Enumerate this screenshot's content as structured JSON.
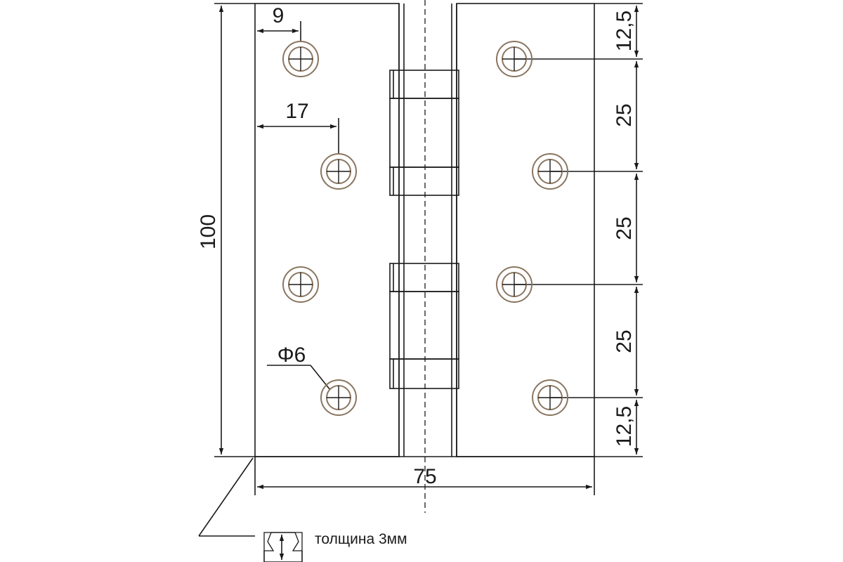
{
  "dimensions": {
    "height_total": "100",
    "width_total": "75",
    "hole_offset_outer": "9",
    "hole_offset_inner": "17",
    "hole_diameter": "Φ6",
    "spacing_top": "12,5",
    "spacing_1": "25",
    "spacing_2": "25",
    "spacing_3": "25",
    "spacing_bottom": "12,5"
  },
  "notes": {
    "thickness": "толщина 3мм"
  },
  "colors": {
    "line": "#1a1a1a",
    "hole_ring": "#8a7560"
  }
}
